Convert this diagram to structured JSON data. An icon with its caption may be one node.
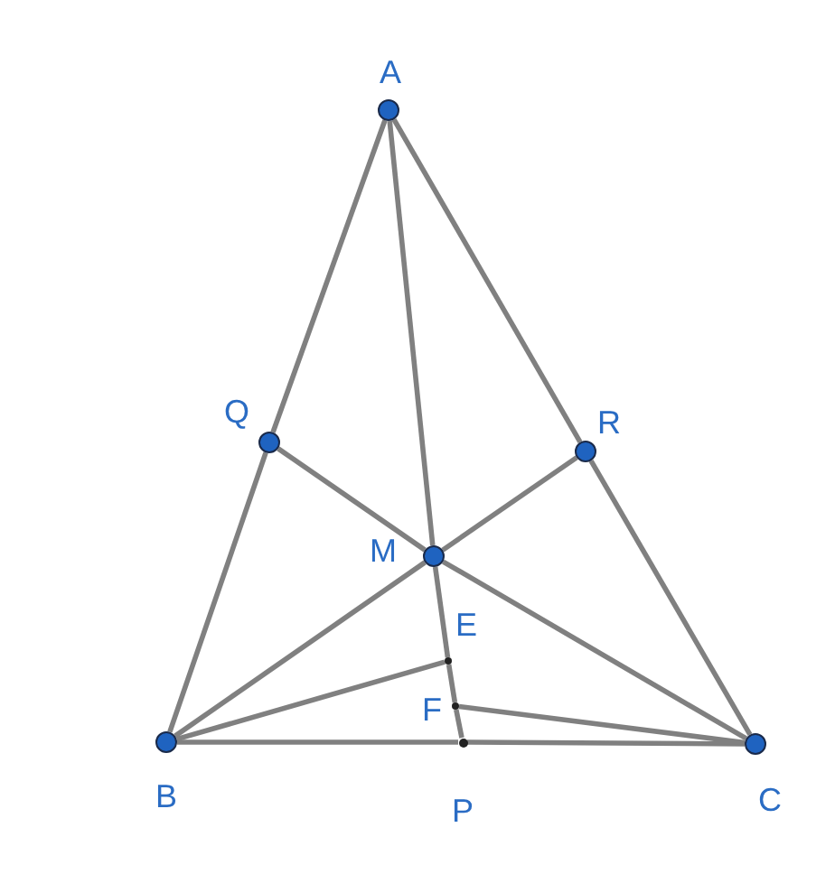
{
  "diagram": {
    "nodes": [
      {
        "text": [
          "A"
        ]
      },
      {
        "text": [
          "Q"
        ]
      },
      {
        "text": [
          "R"
        ]
      },
      {
        "text": [
          "M"
        ]
      },
      {
        "text": [
          "E"
        ]
      },
      {
        "text": [
          "F"
        ]
      },
      {
        "text": [
          "B"
        ]
      },
      {
        "text": [
          "P"
        ]
      },
      {
        "text": [
          "C"
        ]
      }
    ],
    "edges": [
      {
        "from": 0,
        "to": 1,
        "arrow": "none"
      },
      {
        "from": 1,
        "to": 6,
        "arrow": "none"
      },
      {
        "from": 6,
        "to": 7,
        "arrow": "none"
      },
      {
        "from": 7,
        "to": 8,
        "arrow": "none"
      },
      {
        "from": 8,
        "to": 2,
        "arrow": "none"
      },
      {
        "from": 2,
        "to": 0,
        "arrow": "none"
      },
      {
        "from": 0,
        "to": 3,
        "arrow": "none"
      },
      {
        "from": 3,
        "to": 4,
        "arrow": "none"
      },
      {
        "from": 4,
        "to": 5,
        "arrow": "none"
      },
      {
        "from": 5,
        "to": 7,
        "arrow": "none"
      },
      {
        "from": 6,
        "to": 3,
        "arrow": "none"
      },
      {
        "from": 3,
        "to": 2,
        "arrow": "none"
      },
      {
        "from": 8,
        "to": 3,
        "arrow": "none"
      },
      {
        "from": 3,
        "to": 1,
        "arrow": "none"
      },
      {
        "from": 6,
        "to": 4,
        "arrow": "none"
      },
      {
        "from": 8,
        "to": 5,
        "arrow": "none"
      }
    ]
  }
}
